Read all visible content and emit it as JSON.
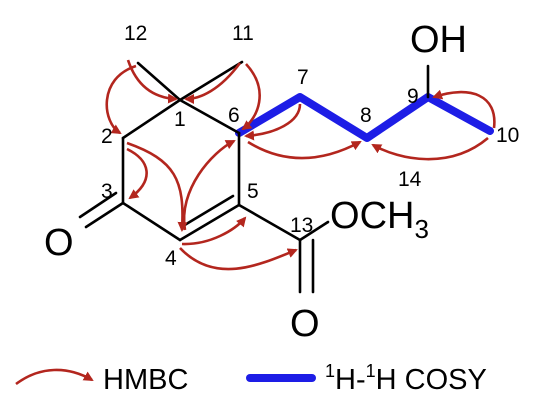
{
  "atoms": {
    "c1": "1",
    "c2": "2",
    "c3": "3",
    "c4": "4",
    "c5": "5",
    "c6": "6",
    "c7": "7",
    "c8": "8",
    "c9": "9",
    "c10": "10",
    "c11": "11",
    "c12": "12",
    "c13": "13",
    "c14": "14"
  },
  "labels": {
    "oh": "OH",
    "ketone_o": "O",
    "ester_o": "O",
    "methoxy_o": "O",
    "methoxy_c": "C",
    "methoxy_h": "H",
    "methoxy_sub": "3"
  },
  "legend": {
    "hmbc_label": "HMBC",
    "cosy_sup_1": "1",
    "cosy_h_1": "H-",
    "cosy_sup_2": "1",
    "cosy_h_2": "H COSY"
  },
  "colors": {
    "hmbc": "#b3261e",
    "cosy": "#1d1de6",
    "bond": "#000000"
  }
}
